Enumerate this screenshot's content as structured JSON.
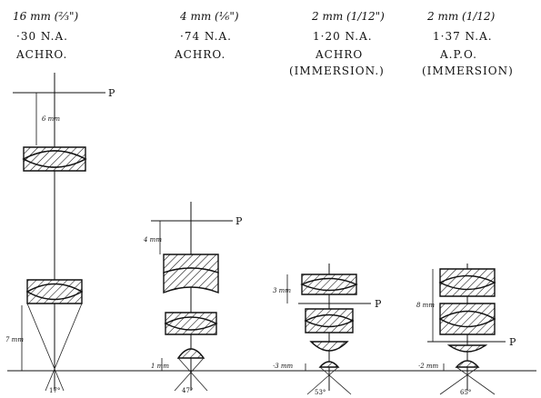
{
  "objectives": [
    {
      "title": "16 mm (⅔\")",
      "aperture": "·30 N.A.",
      "type_lines": [
        "ACHRO."
      ],
      "p_label": "P",
      "dims": [
        "6 mm",
        "7 mm"
      ],
      "angle": "17°"
    },
    {
      "title": "4 mm (⅙\")",
      "aperture": "·74 N.A.",
      "type_lines": [
        "ACHRO."
      ],
      "p_label": "P",
      "dims": [
        "4 mm",
        "1 mm"
      ],
      "angle": "47°"
    },
    {
      "title": "2 mm (1/12\")",
      "aperture": "1·20 N.A.",
      "type_lines": [
        "ACHRO",
        "(IMMERSION.)"
      ],
      "p_label": "P",
      "dims": [
        "3 mm",
        "·3 mm"
      ],
      "angle": "53°"
    },
    {
      "title": "2 mm (1/12)",
      "aperture": "1·37 N.A.",
      "type_lines": [
        "A.P.O.",
        "(IMMERSION)"
      ],
      "p_label": "P",
      "dims": [
        "8 mm",
        "·2 mm"
      ],
      "angle": "65°"
    }
  ]
}
